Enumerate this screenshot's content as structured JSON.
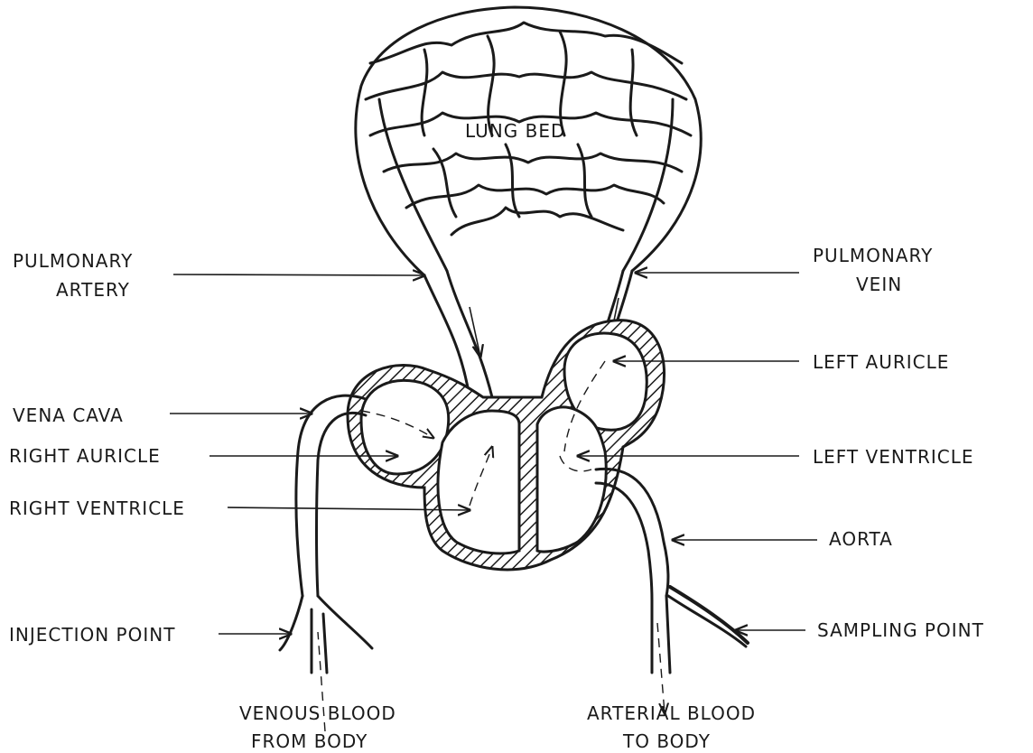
{
  "labels": {
    "lung_bed": "LUNG BED",
    "pulmonary_artery": [
      "PULMONARY",
      "ARTERY"
    ],
    "pulmonary_vein": [
      "PULMONARY",
      "VEIN"
    ],
    "left_auricle": "LEFT AURICLE",
    "vena_cava": "VENA CAVA",
    "right_auricle": "RIGHT AURICLE",
    "left_ventricle": "LEFT VENTRICLE",
    "right_ventricle": "RIGHT VENTRICLE",
    "aorta": "AORTA",
    "injection_point": "INJECTION POINT",
    "sampling_point": "SAMPLING POINT",
    "venous_blood": [
      "VENOUS BLOOD",
      "FROM BODY"
    ],
    "arterial_blood": [
      "ARTERIAL BLOOD",
      "TO BODY"
    ]
  }
}
